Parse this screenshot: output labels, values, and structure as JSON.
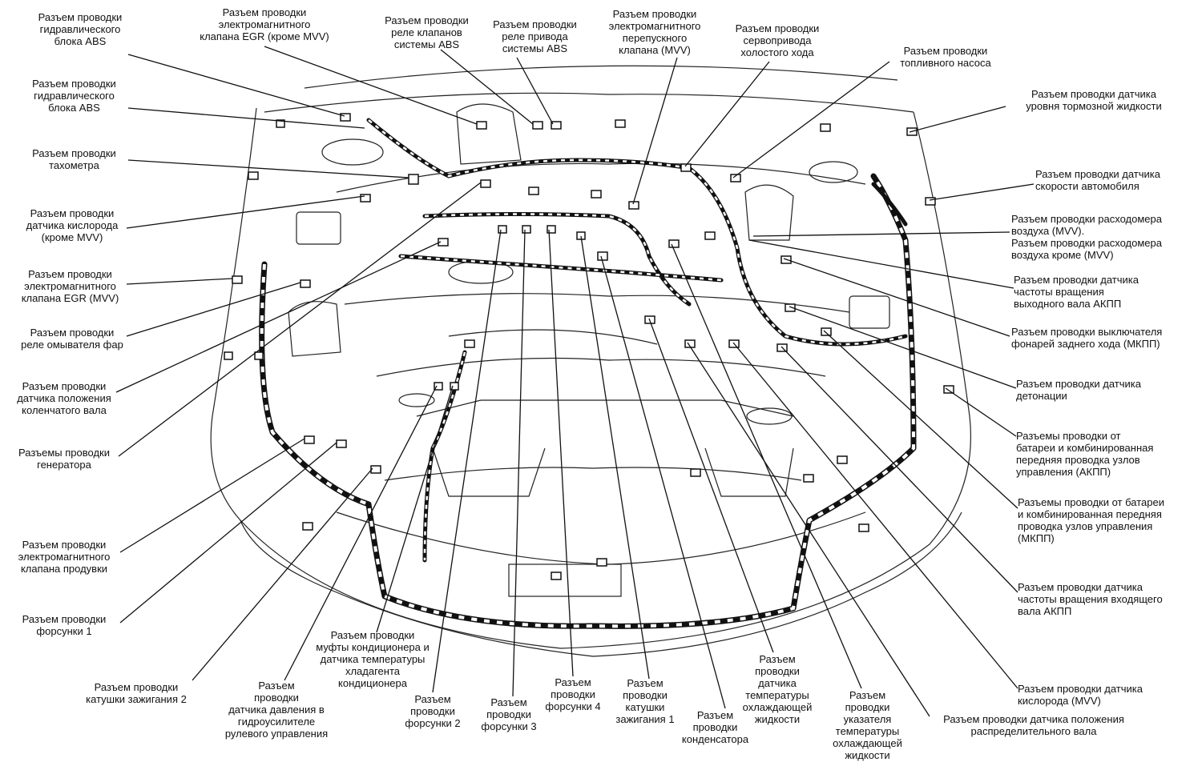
{
  "labels": [
    {
      "id": "abs-hydro-1",
      "text": "Разъем проводки\nгидравлического\nблока ABS"
    },
    {
      "id": "egr-valve-non-mvv",
      "text": "Разъем проводки\nэлектромагнитного\nклапана EGR (кроме MVV)"
    },
    {
      "id": "abs-valve-relay",
      "text": "Разъем проводки\nреле клапанов\nсистемы ABS"
    },
    {
      "id": "abs-drive-relay",
      "text": "Разъем проводки\nреле привода\nсистемы ABS"
    },
    {
      "id": "bypass-valve-mvv",
      "text": "Разъем проводки\nэлектромагнитного\nперепускного\nклапана (MVV)"
    },
    {
      "id": "idle-servo",
      "text": "Разъем проводки\nсервопривода\nхолостого хода"
    },
    {
      "id": "fuel-pump",
      "text": "Разъем проводки\nтопливного насоса"
    },
    {
      "id": "brake-fluid-level",
      "text": "Разъем проводки датчика\nуровня тормозной жидкости"
    },
    {
      "id": "abs-hydro-2",
      "text": "Разъем проводки\nгидравлического\nблока ABS"
    },
    {
      "id": "tachometer",
      "text": "Разъем проводки\nтахометра"
    },
    {
      "id": "oxygen-non-mvv",
      "text": "Разъем проводки\nдатчика кислорода\n(кроме MVV)"
    },
    {
      "id": "egr-valve-mvv",
      "text": "Разъем проводки\nэлектромагнитного\nклапана EGR (MVV)"
    },
    {
      "id": "headlamp-washer-relay",
      "text": "Разъем проводки\nреле омывателя фар"
    },
    {
      "id": "crankshaft-sensor",
      "text": "Разъем проводки\nдатчика положения\nколенчатого вала"
    },
    {
      "id": "generator",
      "text": "Разъемы проводки\nгенератора"
    },
    {
      "id": "purge-valve",
      "text": "Разъем проводки\nэлектромагнитного\nклапана продувки"
    },
    {
      "id": "injector-1",
      "text": "Разъем проводки\nфорсунки 1"
    },
    {
      "id": "ignition-coil-2",
      "text": "Разъем проводки\nкатушки зажигания 2"
    },
    {
      "id": "power-steering-pressure",
      "text": "Разъем\nпроводки\nдатчика давления в\nгидроусилителе\nрулевого управления"
    },
    {
      "id": "ac-clutch-refrigerant",
      "text": "Разъем проводки\nмуфты кондиционера и\nдатчика температуры\nхладагента\nкондиционера"
    },
    {
      "id": "injector-2",
      "text": "Разъем\nпроводки\nфорсунки 2"
    },
    {
      "id": "injector-3",
      "text": "Разъем\nпроводки\nфорсунки 3"
    },
    {
      "id": "injector-4",
      "text": "Разъем\nпроводки\nфорсунки 4"
    },
    {
      "id": "ignition-coil-1",
      "text": "Разъем\nпроводки\nкатушки\nзажигания 1"
    },
    {
      "id": "condenser",
      "text": "Разъем\nпроводки\nконденсатора"
    },
    {
      "id": "coolant-temp-sensor",
      "text": "Разъем\nпроводки\nдатчика\nтемпературы\nохлаждающей\nжидкости"
    },
    {
      "id": "coolant-temp-gauge",
      "text": "Разъем\nпроводки\nуказателя\nтемпературы\nохлаждающей\nжидкости"
    },
    {
      "id": "camshaft-sensor",
      "text": "Разъем проводки датчика положения\nраспределительного вала"
    },
    {
      "id": "oxygen-mvv",
      "text": "Разъем проводки датчика\nкислорода (MVV)"
    },
    {
      "id": "input-shaft-speed",
      "text": "Разъем проводки датчика\nчастоты вращения входящего\nвала АКПП"
    },
    {
      "id": "battery-harness-mt",
      "text": "Разъемы проводки от батареи\nи комбинированная передняя\nпроводка узлов управления\n(МКПП)"
    },
    {
      "id": "battery-harness-at",
      "text": "Разъемы проводки от\nбатареи и комбинированная\nпередняя проводка узлов\nуправления (АКПП)"
    },
    {
      "id": "knock-sensor",
      "text": "Разъем проводки датчика\nдетонации"
    },
    {
      "id": "reverse-lamp-switch",
      "text": "Разъем проводки выключателя\nфонарей заднего хода (МКПП)"
    },
    {
      "id": "output-shaft-speed",
      "text": "Разъем проводки датчика\nчастоты вращения\nвыходного вала АКПП"
    },
    {
      "id": "airflow-meter",
      "text": "Разъем проводки расходомера\nвоздуха (MVV).\nРазъем проводки расходомера\nвоздуха кроме (MVV)"
    },
    {
      "id": "vehicle-speed",
      "text": "Разъем проводки датчика\nскорости автомобиля"
    }
  ]
}
